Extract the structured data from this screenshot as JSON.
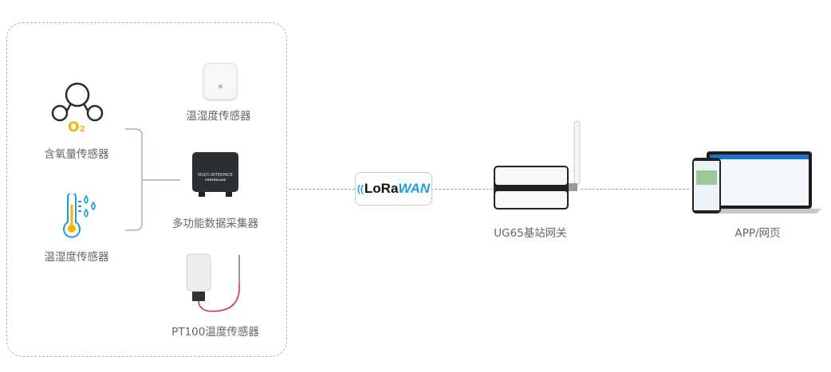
{
  "group": {
    "oxygen_sensor": {
      "label": "含氧量传感器",
      "formula": "O₂"
    },
    "temp_humidity_icon_sensor": {
      "label": "温湿度传感器"
    }
  },
  "devices": {
    "temp_humidity_sensor": {
      "label": "温湿度传感器"
    },
    "controller": {
      "label": "多功能数据采集器",
      "print_line1": "MULTI-INTERFACE",
      "print_line2": "CONTROLLER"
    },
    "pt100": {
      "label": "PT100温度传感器"
    }
  },
  "lorawan": {
    "part1": "LoRa",
    "part2": "WAN"
  },
  "gateway": {
    "label": "UG65基站网关"
  },
  "app": {
    "label": "APP/网页"
  },
  "colors": {
    "oxygen": "#f5b400",
    "thermo": "#1e9be0",
    "lora_blue": "#1ba0e2",
    "line": "#8fa3b5",
    "cable": "#d9262c"
  }
}
